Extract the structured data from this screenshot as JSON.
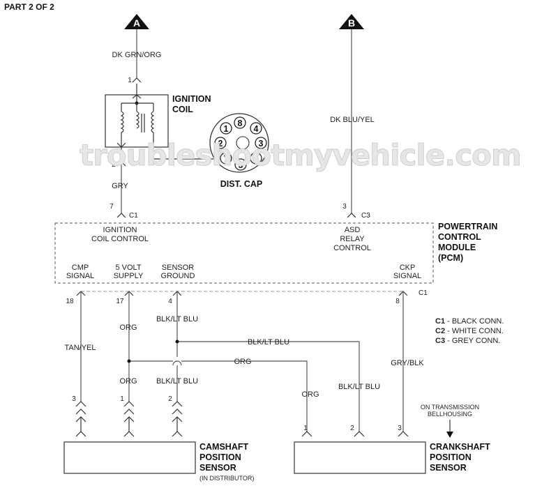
{
  "header": {
    "part": "PART 2 OF 2"
  },
  "watermark": {
    "text": "troubleshootmyvehicle.com"
  },
  "connectors": {
    "a": "A",
    "b": "B",
    "legend": [
      {
        "code": "C1",
        "desc": " - BLACK CONN."
      },
      {
        "code": "C2",
        "desc": " - WHITE CONN."
      },
      {
        "code": "C3",
        "desc": " - GREY CONN."
      }
    ]
  },
  "components": {
    "ignition_coil": [
      "IGNITION",
      "COIL"
    ],
    "dist_cap": "DIST. CAP",
    "dist_cap_terminals": [
      "8",
      "4",
      "1",
      "2",
      "3",
      "7",
      "6",
      "5"
    ],
    "pcm": [
      "POWERTRAIN",
      "CONTROL",
      "MODULE",
      "(PCM)"
    ],
    "camshaft": [
      "CAMSHAFT",
      "POSITION",
      "SENSOR"
    ],
    "camshaft_note": "(IN DISTRIBUTOR)",
    "crankshaft": [
      "CRANKSHAFT",
      "POSITION",
      "SENSOR"
    ],
    "crankshaft_note": [
      "ON TRANSMISSION",
      "BELLHOUSING"
    ]
  },
  "pcm_labels": {
    "ignition_coil_control": [
      "IGNITION",
      "COIL CONTROL"
    ],
    "asd_relay_control": [
      "ASD",
      "RELAY",
      "CONTROL"
    ],
    "cmp_signal": [
      "CMP",
      "SIGNAL"
    ],
    "five_volt_supply": [
      "5 VOLT",
      "SUPPLY"
    ],
    "sensor_ground": [
      "SENSOR",
      "GROUND"
    ],
    "ckp_signal": [
      "CKP",
      "SIGNAL"
    ]
  },
  "wires": {
    "dk_grn_org": "DK GRN/ORG",
    "gry": "GRY",
    "dk_blu_yel": "DK BLU/YEL",
    "tan_yel": "TAN/YEL",
    "org": "ORG",
    "blk_lt_blu": "BLK/LT BLU",
    "gry_blk": "GRY/BLK"
  },
  "pins": {
    "coil_pin1": "1",
    "coil_pin2": "2",
    "pcm_pin7": "7",
    "pcm_c1_top": "C1",
    "pcm_pin3": "3",
    "pcm_c3": "C3",
    "pcm_pin18": "18",
    "pcm_pin17": "17",
    "pcm_pin4": "4",
    "pcm_pin8": "8",
    "pcm_c1_bottom": "C1",
    "cmp_pin3": "3",
    "cmp_pin1": "1",
    "cmp_pin2": "2",
    "ckp_pin1": "1",
    "ckp_pin2": "2",
    "ckp_pin3": "3"
  }
}
